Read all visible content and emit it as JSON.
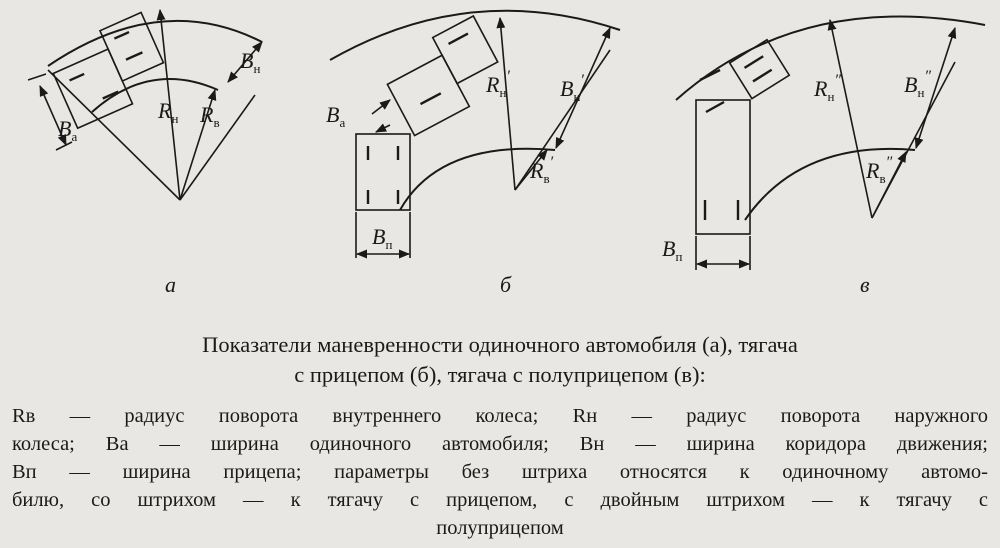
{
  "figure": {
    "panels": [
      {
        "letter": "а",
        "labels": {
          "Ra": "R",
          "Ra_sub": "н",
          "Rb": "R",
          "Rb_sub": "в",
          "Bh": "B",
          "Bh_sub": "н",
          "Ba": "B",
          "Ba_sub": "а"
        }
      },
      {
        "letter": "б",
        "labels": {
          "Rh": "R",
          "Rh_sub": "н",
          "Rh_prime": "′",
          "Bh": "B",
          "Bh_sub": "н",
          "Bh_prime": "′",
          "Rb": "R",
          "Rb_sub": "в",
          "Rb_prime": "′",
          "Ba": "B",
          "Ba_sub": "а",
          "Bp": "B",
          "Bp_sub": "п"
        }
      },
      {
        "letter": "в",
        "labels": {
          "Rh": "R",
          "Rh_sub": "н",
          "Rh_prime": "″",
          "Bh": "B",
          "Bh_sub": "н",
          "Bh_prime": "″",
          "Rb": "R",
          "Rb_sub": "в",
          "Rb_prime": "″",
          "Bp": "B",
          "Bp_sub": "п"
        }
      }
    ]
  },
  "caption": {
    "line1": "Показатели маневренности одиночного автомобиля (а), тягача",
    "line2": "с прицепом (б), тягача с полуприцепом (в):"
  },
  "legend": {
    "lines": [
      "Rв — радиус поворота внутреннего колеса; Rн — радиус поворота наружного",
      "колеса; Bа — ширина одиночного автомобиля; Bн — ширина коридора движения;",
      "Bп — ширина прицепа; параметры без штриха относятся к одиночному автомо-",
      "билю, со штрихом — к тягачу с прицепом, с двойным штрихом — к тягачу с",
      "полуприцепом"
    ]
  }
}
